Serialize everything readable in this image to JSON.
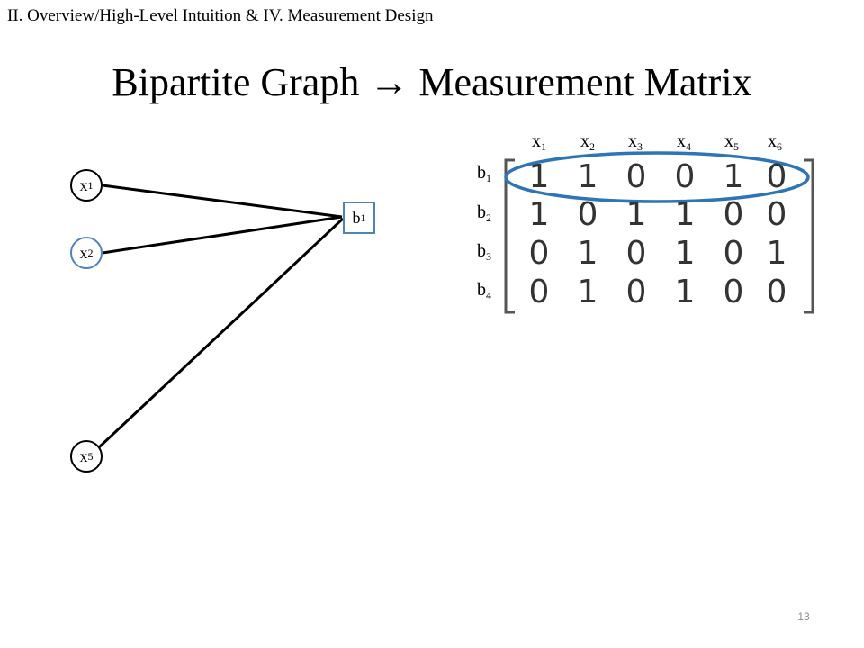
{
  "slide": {
    "section": "II. Overview/High-Level Intuition & IV. Measurement Design",
    "title": "Bipartite Graph → Measurement Matrix",
    "page_number": "13"
  },
  "graph": {
    "variable_nodes": [
      {
        "base": "x",
        "sub": "1",
        "highlighted": false
      },
      {
        "base": "x",
        "sub": "2",
        "highlighted": true
      },
      {
        "base": "x",
        "sub": "5",
        "highlighted": false
      }
    ],
    "check_node": {
      "base": "b",
      "sub": "1"
    },
    "edges": [
      [
        "x1",
        "b1"
      ],
      [
        "x2",
        "b1"
      ],
      [
        "x5",
        "b1"
      ]
    ]
  },
  "matrix": {
    "column_labels": [
      {
        "base": "x",
        "sub": "1"
      },
      {
        "base": "x",
        "sub": "2"
      },
      {
        "base": "x",
        "sub": "3"
      },
      {
        "base": "x",
        "sub": "4"
      },
      {
        "base": "x",
        "sub": "5"
      },
      {
        "base": "x",
        "sub": "6"
      }
    ],
    "row_labels": [
      {
        "base": "b",
        "sub": "1"
      },
      {
        "base": "b",
        "sub": "2"
      },
      {
        "base": "b",
        "sub": "3"
      },
      {
        "base": "b",
        "sub": "4"
      }
    ],
    "rows": [
      [
        "1",
        "1",
        "0",
        "0",
        "1",
        "0"
      ],
      [
        "1",
        "0",
        "1",
        "1",
        "0",
        "0"
      ],
      [
        "0",
        "1",
        "0",
        "1",
        "0",
        "1"
      ],
      [
        "0",
        "1",
        "0",
        "1",
        "0",
        "0"
      ]
    ],
    "highlighted_row": 0
  },
  "colors": {
    "highlight_ring": "#2e75b6",
    "node_highlight": "#4f81bd",
    "matrix_digits": "#333333",
    "page_number": "#8c8c8c"
  }
}
